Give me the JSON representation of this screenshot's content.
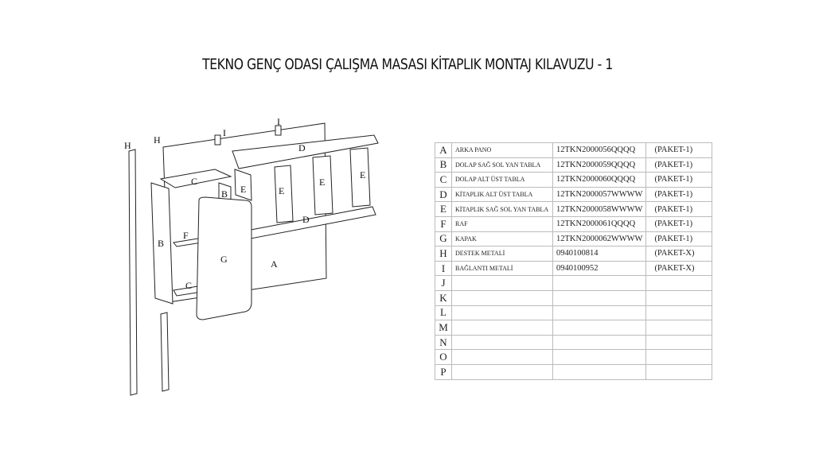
{
  "title": "TEKNO GENÇ ODASI ÇALIŞMA MASASI KİTAPLIK MONTAJ KILAVUZU - 1",
  "diagram_labels": {
    "A": "A",
    "B": "B",
    "C": "C",
    "D": "D",
    "E": "E",
    "F": "F",
    "G": "G",
    "H": "H",
    "I": "I"
  },
  "parts": [
    {
      "letter": "A",
      "name": "ARKA PANO",
      "code": "12TKN2000056QQQQ",
      "package": "(PAKET-1)"
    },
    {
      "letter": "B",
      "name": "DOLAP SAĞ SOL YAN TABLA",
      "code": "12TKN2000059QQQQ",
      "package": "(PAKET-1)"
    },
    {
      "letter": "C",
      "name": "DOLAP ALT ÜST TABLA",
      "code": "12TKN2000060QQQQ",
      "package": "(PAKET-1)"
    },
    {
      "letter": "D",
      "name": "KİTAPLIK ALT ÜST TABLA",
      "code": "12TKN2000057WWWW",
      "package": "(PAKET-1)"
    },
    {
      "letter": "E",
      "name": "KİTAPLIK SAĞ SOL YAN TABLA",
      "code": "12TKN2000058WWWW",
      "package": "(PAKET-1)"
    },
    {
      "letter": "F",
      "name": "RAF",
      "code": "12TKN2000061QQQQ",
      "package": "(PAKET-1)"
    },
    {
      "letter": "G",
      "name": "KAPAK",
      "code": "12TKN2000062WWWW",
      "package": "(PAKET-1)"
    },
    {
      "letter": "H",
      "name": "DESTEK METALİ",
      "code": "0940100814",
      "package": "(PAKET-X)"
    },
    {
      "letter": "I",
      "name": "BAĞLANTI METALİ",
      "code": "0940100952",
      "package": "(PAKET-X)"
    },
    {
      "letter": "J",
      "name": "",
      "code": "",
      "package": ""
    },
    {
      "letter": "K",
      "name": "",
      "code": "",
      "package": ""
    },
    {
      "letter": "L",
      "name": "",
      "code": "",
      "package": ""
    },
    {
      "letter": "M",
      "name": "",
      "code": "",
      "package": ""
    },
    {
      "letter": "N",
      "name": "",
      "code": "",
      "package": ""
    },
    {
      "letter": "O",
      "name": "",
      "code": "",
      "package": ""
    },
    {
      "letter": "P",
      "name": "",
      "code": "",
      "package": ""
    }
  ]
}
